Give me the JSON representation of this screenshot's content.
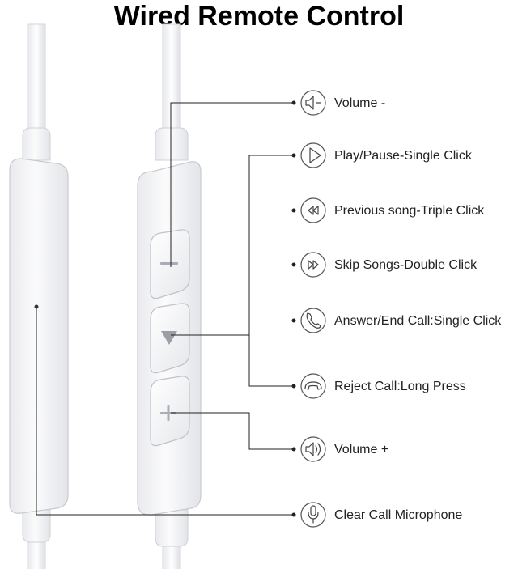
{
  "title": "Wired Remote Control",
  "callouts": [
    {
      "icon": "volume-down-icon",
      "label": "Volume -"
    },
    {
      "icon": "play-icon",
      "label": "Play/Pause-Single Click"
    },
    {
      "icon": "previous-icon",
      "label": "Previous song-Triple Click"
    },
    {
      "icon": "skip-icon",
      "label": "Skip Songs-Double Click"
    },
    {
      "icon": "phone-icon",
      "label": "Answer/End Call:Single Click"
    },
    {
      "icon": "reject-call-icon",
      "label": "Reject Call:Long Press"
    },
    {
      "icon": "volume-up-icon",
      "label": "Volume +"
    },
    {
      "icon": "microphone-icon",
      "label": "Clear Call Microphone"
    }
  ]
}
